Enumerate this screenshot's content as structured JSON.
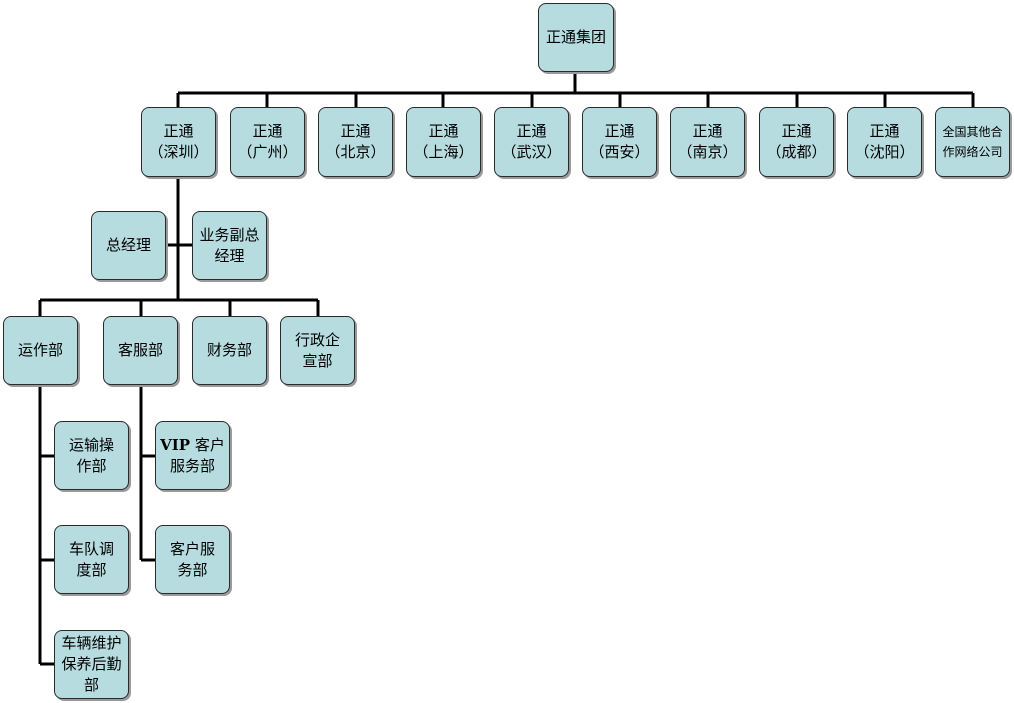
{
  "group": {
    "name": "正通集团"
  },
  "branches": [
    {
      "line1": "正通",
      "line2": "（深圳）"
    },
    {
      "line1": "正通",
      "line2": "（广州）"
    },
    {
      "line1": "正通",
      "line2": "（北京）"
    },
    {
      "line1": "正通",
      "line2": "（上海）"
    },
    {
      "line1": "正通",
      "line2": "（武汉）"
    },
    {
      "line1": "正通",
      "line2": "（西安）"
    },
    {
      "line1": "正通",
      "line2": "（南京）"
    },
    {
      "line1": "正通",
      "line2": "（成都）"
    },
    {
      "line1": "正通",
      "line2": "（沈阳）"
    },
    {
      "line1": "全国其他合",
      "line2": "作网络公司"
    }
  ],
  "management": {
    "general_manager": "总经理",
    "deputy_line1": "业务副总",
    "deputy_line2": "经理"
  },
  "departments": {
    "operations": "运作部",
    "customer_service": "客服部",
    "finance": "财务部",
    "admin_line1": "行政企",
    "admin_line2": "宣部"
  },
  "operations_sub": [
    {
      "line1": "运输操",
      "line2": "作部"
    },
    {
      "line1": "车队调",
      "line2": "度部"
    },
    {
      "line1": "车辆维护",
      "line2": "保养后勤",
      "line3": "部"
    }
  ],
  "customer_service_sub": [
    {
      "vip": "VIP",
      "line1_rest": " 客户",
      "line2": "服务部"
    },
    {
      "line1": "客户服",
      "line2": "务部"
    }
  ],
  "colors": {
    "node_fill": "#b6dcdf",
    "border": "#2a2a2a",
    "line": "#000000"
  }
}
